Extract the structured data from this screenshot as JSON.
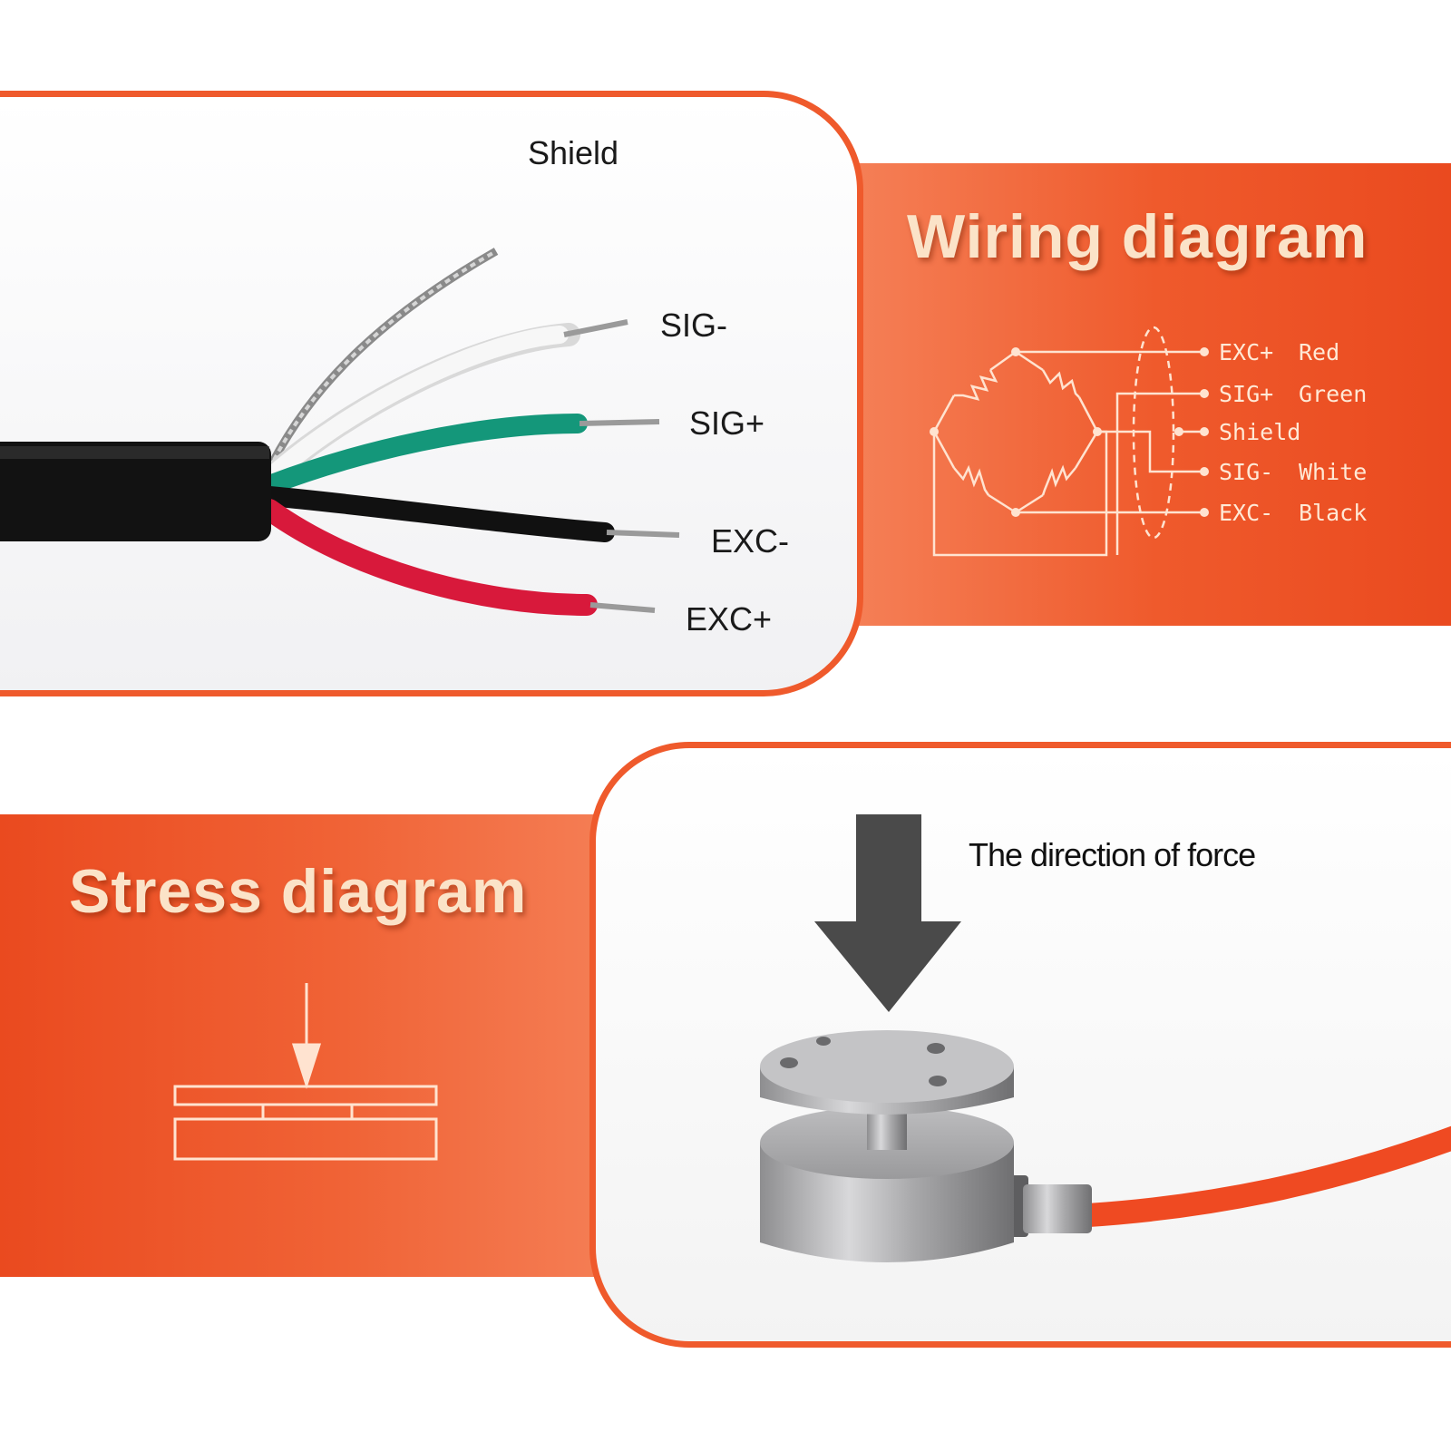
{
  "wiring": {
    "heading": "Wiring diagram",
    "cable_labels": {
      "shield": "Shield",
      "sig_minus": "SIG-",
      "sig_plus": "SIG+",
      "exc_minus": "EXC-",
      "exc_plus": "EXC+"
    },
    "pins": [
      {
        "signal": "EXC+",
        "color": "Red"
      },
      {
        "signal": "SIG+",
        "color": "Green"
      },
      {
        "signal": "Shield",
        "color": ""
      },
      {
        "signal": "SIG-",
        "color": "White"
      },
      {
        "signal": "EXC-",
        "color": "Black"
      }
    ]
  },
  "stress": {
    "heading": "Stress diagram",
    "force_label": "The direction of force"
  },
  "colors": {
    "accent": "#ef5a2c",
    "heading_text": "#fbe3c8",
    "wire_red": "#d8193b",
    "wire_green": "#14977a",
    "wire_white": "#f7f7f7",
    "wire_black": "#111111",
    "cable_orange": "#ef4a22"
  }
}
